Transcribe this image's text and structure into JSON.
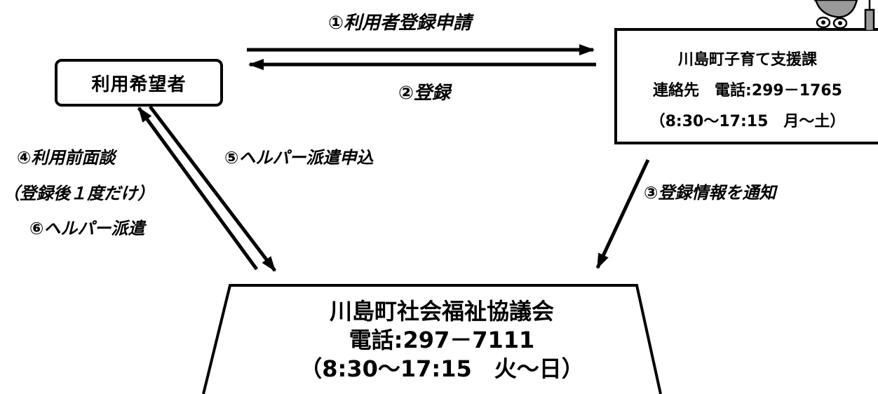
{
  "steps": {
    "step1": "①利用者登録申請",
    "step2": "②登録",
    "step3": "③登録情報を通知",
    "step4": "④利用前面談",
    "step4_note": "（登録後１度だけ）",
    "step5": "⑤ヘルパー派遣申込",
    "step6": "⑥ヘルパー派遣"
  },
  "applicant": {
    "label": "利用希望者"
  },
  "office": {
    "name": "川島町子育て支援課",
    "contact": "連絡先　電話:299－1765",
    "hours": "（8:30～17:15　月～土）"
  },
  "council": {
    "name": "川島町社会福祉協議会",
    "phone": "電話:297－7111",
    "hours": "（8:30～17:15　火～日）"
  },
  "colors": {
    "line": "#000000",
    "background": "#ffffff",
    "mascot_fill": "#9a9a9a"
  },
  "icons": {
    "mascot": "mascot-character-icon"
  }
}
